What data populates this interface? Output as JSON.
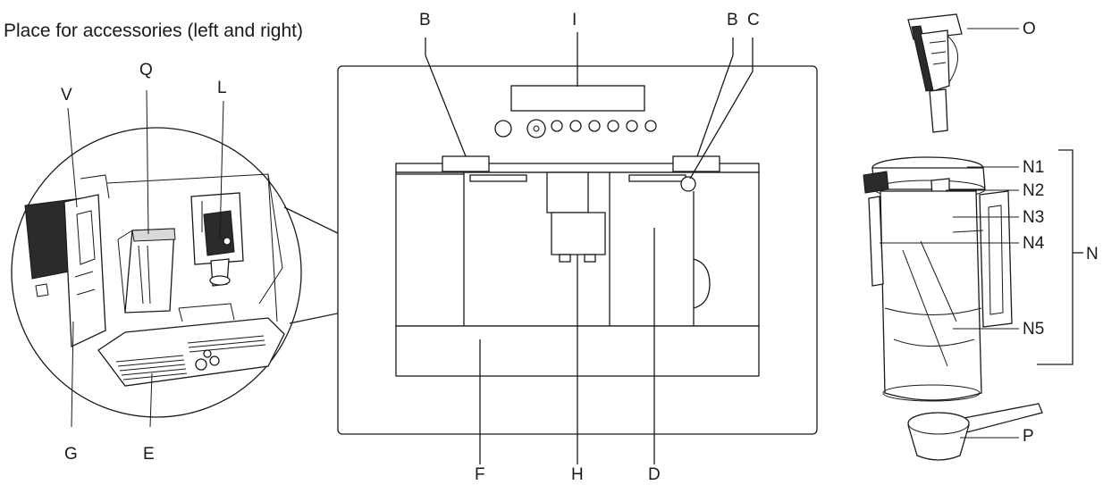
{
  "diagram": {
    "title": "Place for accessories (left and right)",
    "labels": {
      "B_left": "B",
      "I": "I",
      "B_right": "B",
      "C": "C",
      "Q": "Q",
      "L": "L",
      "V": "V",
      "G": "G",
      "E": "E",
      "F": "F",
      "H": "H",
      "D": "D",
      "O": "O",
      "N1": "N1",
      "N2": "N2",
      "N3": "N3",
      "N4": "N4",
      "N5": "N5",
      "N": "N",
      "P": "P"
    }
  }
}
